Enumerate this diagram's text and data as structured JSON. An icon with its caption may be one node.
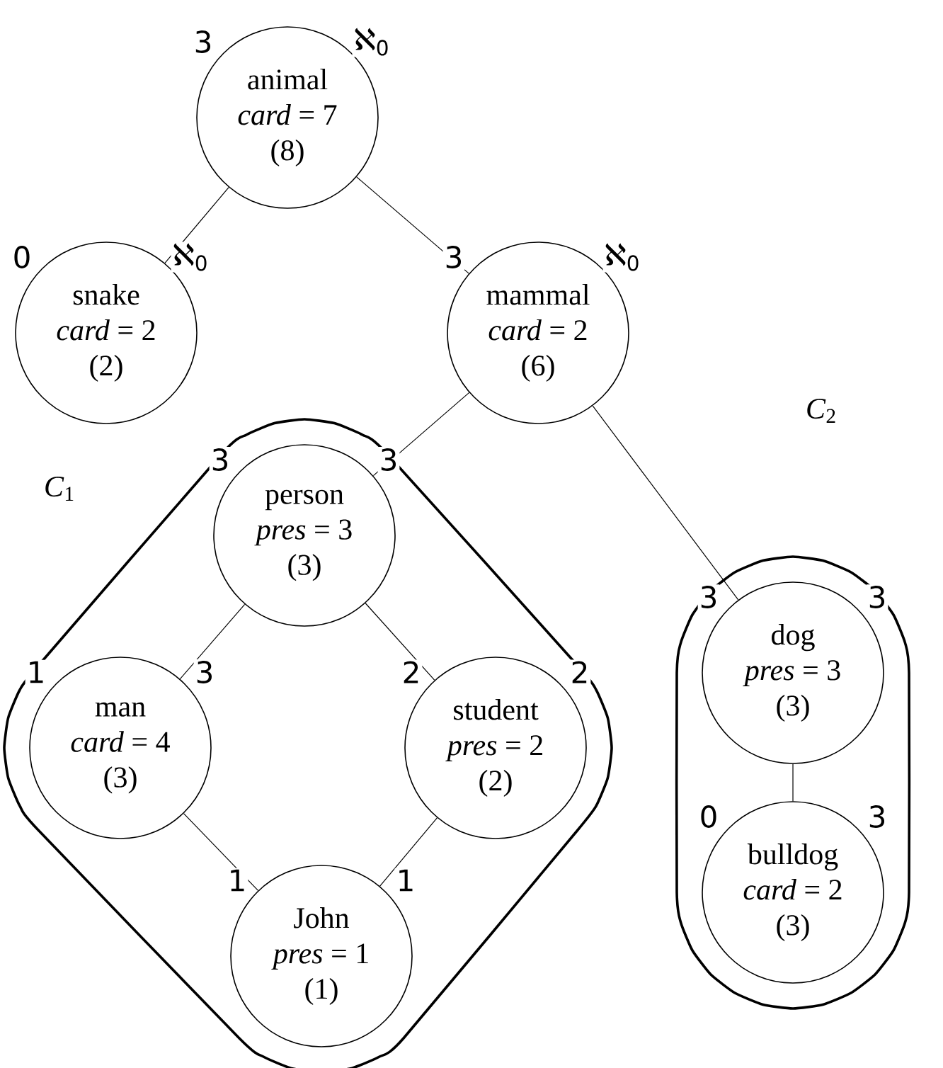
{
  "diagram": {
    "nodes": [
      {
        "text": [
          "animal",
          "*card* = 7",
          "(8)"
        ],
        "beside": [
          "3",
          "ℵ$_{0}$"
        ]
      },
      {
        "text": [
          "snake",
          "*card* = 2",
          "(2)"
        ],
        "beside": [
          "0",
          "ℵ$_{0}$"
        ]
      },
      {
        "text": [
          "mammal",
          "*card* = 2",
          "(6)"
        ],
        "beside": [
          "3",
          "ℵ$_{0}$"
        ]
      },
      {
        "text": [
          "*C*$_{1}$"
        ]
      },
      {
        "text": [
          "person",
          "*pres* = 3",
          "(3)"
        ],
        "beside": [
          "3",
          "3"
        ],
        "in": 3
      },
      {
        "text": [
          "*C*$_{2}$"
        ]
      },
      {
        "text": [
          "dog",
          "*pres* = 3",
          "(3)"
        ],
        "beside": [
          "3",
          "3"
        ],
        "in": 5
      },
      {
        "text": [
          "man",
          "*card* = 4",
          "(3)"
        ],
        "beside": [
          "1",
          "3"
        ],
        "in": 3
      },
      {
        "text": [
          "student",
          "*pres* = 2",
          "(2)"
        ],
        "beside": [
          "2",
          "2"
        ],
        "in": 3
      },
      {
        "text": [
          "bulldog",
          "*card* = 2",
          "(3)"
        ],
        "beside": [
          "0",
          "3"
        ],
        "in": 5
      },
      {
        "text": [
          "John",
          "*pres* = 1",
          "(1)"
        ],
        "beside": [
          "1",
          "1"
        ],
        "in": 3
      }
    ],
    "edges": [
      {
        "from": 0,
        "to": 1,
        "arrow": "none"
      },
      {
        "from": 0,
        "to": 2,
        "arrow": "none"
      },
      {
        "from": 2,
        "to": 4,
        "arrow": "none"
      },
      {
        "from": 2,
        "to": 6,
        "arrow": "none"
      },
      {
        "from": 4,
        "to": 7,
        "arrow": "none"
      },
      {
        "from": 4,
        "to": 8,
        "arrow": "none"
      },
      {
        "from": 7,
        "to": 10,
        "arrow": "none"
      },
      {
        "from": 8,
        "to": 10,
        "arrow": "none"
      },
      {
        "from": 6,
        "to": 9,
        "arrow": "none"
      }
    ]
  }
}
